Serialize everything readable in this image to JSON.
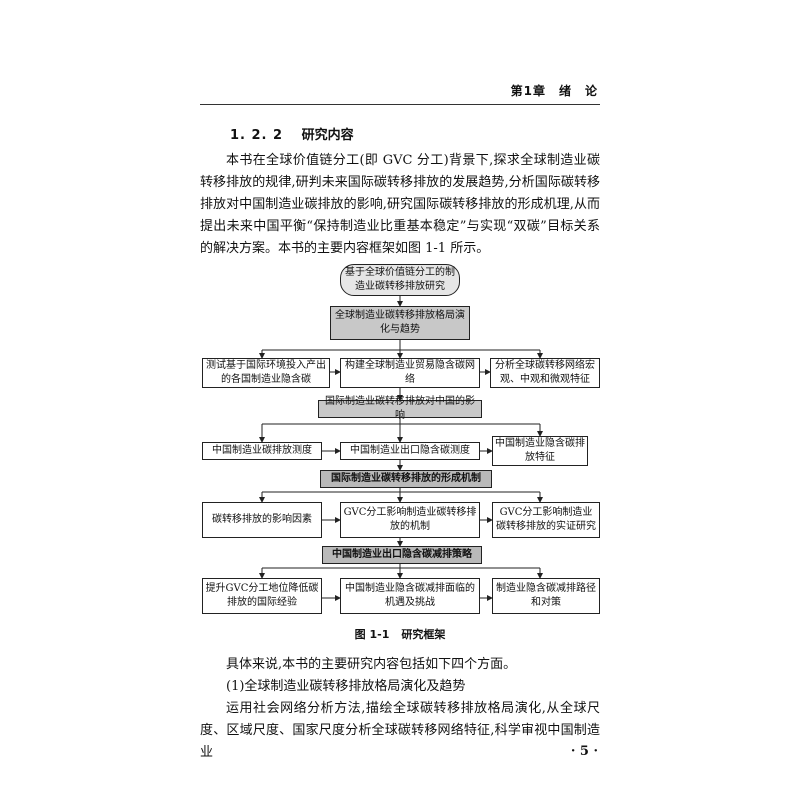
{
  "header": {
    "chapter": "第1章　绪　论"
  },
  "section": {
    "number": "1. 2. 2",
    "title": "研究内容"
  },
  "paragraphs": {
    "intro": "本书在全球价值链分工(即 GVC 分工)背景下,探求全球制造业碳转移排放的规律,研判未来国际碳转移排放的发展趋势,分析国际碳转移排放对中国制造业碳排放的影响,研究国际碳转移排放的形成机理,从而提出未来中国平衡“保持制造业比重基本稳定”与实现“双碳”目标关系的解决方案。本书的主要内容框架如图 1-1 所示。",
    "summary": "具体来说,本书的主要研究内容包括如下四个方面。",
    "item1": "(1)全球制造业碳转移排放格局演化及趋势",
    "item1_body": "运用社会网络分析方法,描绘全球碳转移排放格局演化,从全球尺度、区域尺度、国家尺度分析全球碳转移网络特征,科学审视中国制造业"
  },
  "diagram": {
    "top": "基于全球价值链分工的制造业碳转移排放研究",
    "level1": "全球制造业碳转移排放格局演化与趋势",
    "row1": [
      "测试基于国际环境投入产出的各国制造业隐含碳",
      "构建全球制造业贸易隐含碳网络",
      "分析全球碳转移网络宏观、中观和微观特征"
    ],
    "level2": "国际制造业碳转移排放对中国的影响",
    "row2": [
      "中国制造业碳排放测度",
      "中国制造业出口隐含碳测度",
      "中国制造业隐含碳排放特征"
    ],
    "level3": "国际制造业碳转移排放的形成机制",
    "row3": [
      "碳转移排放的影响因素",
      "GVC分工影响制造业碳转移排放的机制",
      "GVC分工影响制造业碳转移排放的实证研究"
    ],
    "level4": "中国制造业出口隐含碳减排策略",
    "row4": [
      "提升GVC分工地位降低碳排放的国际经验",
      "中国制造业隐含碳减排面临的机遇及挑战",
      "制造业隐含碳减排路径和对策"
    ]
  },
  "caption": {
    "number": "图 1-1",
    "title": "研究框架"
  },
  "page": {
    "number": "· 5 ·"
  }
}
